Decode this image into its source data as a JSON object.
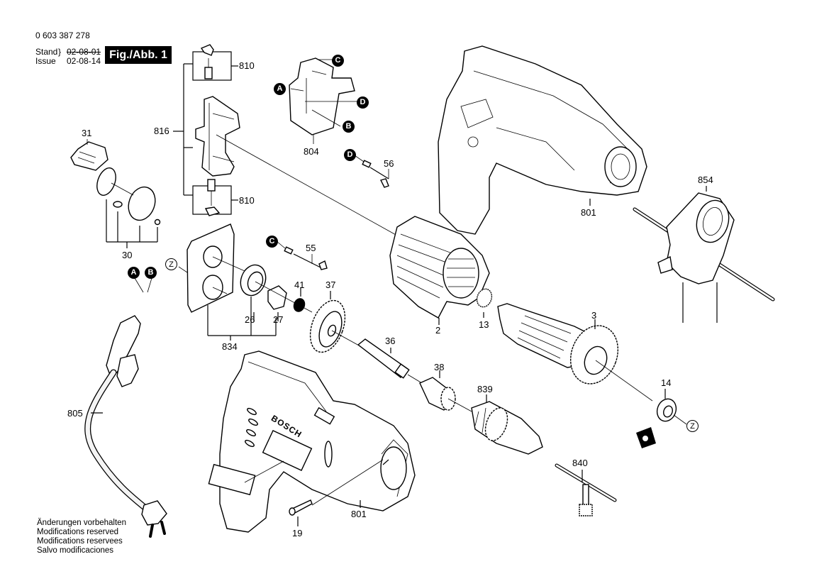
{
  "header": {
    "document_number": "0 603 387 278",
    "stand_label": "Stand",
    "issue_label": "Issue",
    "stand_date_old": "02-08-01",
    "issue_date": "02-08-14",
    "figure_label": "Fig./Abb. 1"
  },
  "footer": {
    "notes": [
      "Änderungen vorbehalten",
      "Modifications reserved",
      "Modifications reservees",
      "Salvo modificaciones"
    ]
  },
  "callouts": {
    "p2": "2",
    "p3": "3",
    "p13": "13",
    "p14": "14",
    "p19": "19",
    "p26": "26",
    "p27": "27",
    "p30": "30",
    "p31": "31",
    "p36": "36",
    "p37": "37",
    "p38": "38",
    "p41": "41",
    "p55": "55",
    "p56": "56",
    "p801_top": "801",
    "p801_bottom": "801",
    "p804": "804",
    "p805": "805",
    "p810_top": "810",
    "p810_bottom": "810",
    "p816": "816",
    "p834": "834",
    "p839": "839",
    "p840": "840",
    "p854": "854"
  },
  "connector_markers": {
    "a_switch": "A",
    "b_switch": "B",
    "c_switch": "C",
    "d_switch": "D",
    "d_wire": "D",
    "c_wire": "C",
    "a_cord": "A",
    "b_cord": "B",
    "z_plate": "Z",
    "z_bearing": "Z"
  },
  "brand_on_housing": "BOSCH",
  "colors": {
    "ink": "#000000",
    "paper": "#ffffff",
    "badge_bg": "#000000",
    "badge_text": "#ffffff"
  }
}
